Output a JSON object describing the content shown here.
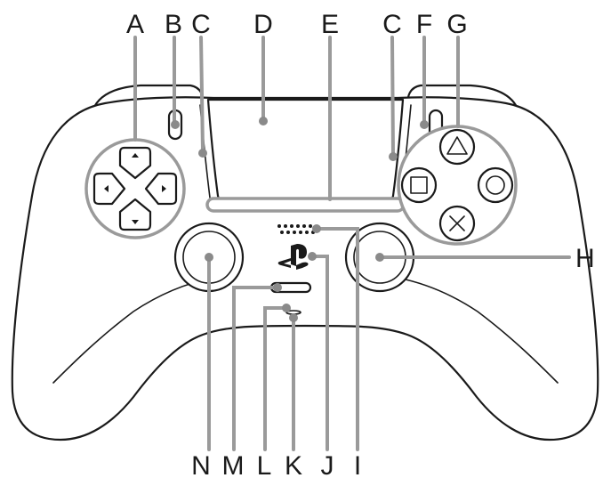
{
  "diagram": {
    "labels": {
      "A": "A",
      "B": "B",
      "C_left": "C",
      "D": "D",
      "E": "E",
      "C_right": "C",
      "F": "F",
      "G": "G",
      "H": "H",
      "I": "I",
      "J": "J",
      "K": "K",
      "L": "L",
      "M": "M",
      "N": "N"
    },
    "colors": {
      "outline": "#1a1a1a",
      "callout": "#9a9a9a",
      "background": "#ffffff"
    },
    "icons": {
      "dpad": "directional-buttons",
      "face": [
        "triangle-icon",
        "circle-icon",
        "cross-icon",
        "square-icon"
      ],
      "logo": "playstation-logo-icon",
      "speaker": "speaker-grille-icon"
    }
  }
}
